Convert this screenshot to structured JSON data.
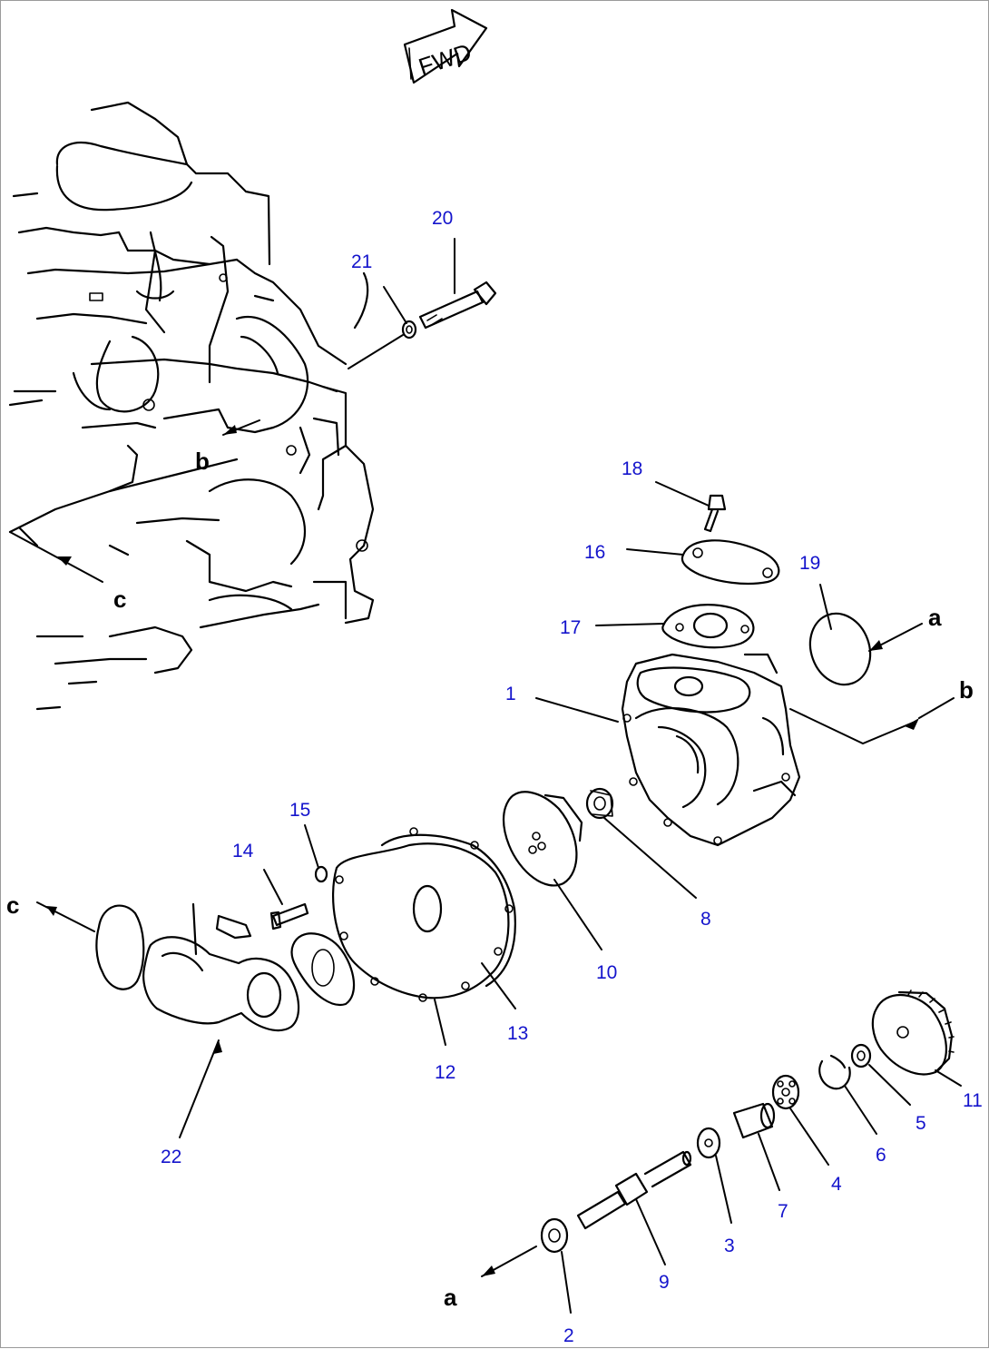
{
  "direction_marker": {
    "label": "FWD"
  },
  "callouts": [
    {
      "id": "p1",
      "label": "1"
    },
    {
      "id": "p2",
      "label": "2"
    },
    {
      "id": "p3",
      "label": "3"
    },
    {
      "id": "p4",
      "label": "4"
    },
    {
      "id": "p5",
      "label": "5"
    },
    {
      "id": "p6",
      "label": "6"
    },
    {
      "id": "p7",
      "label": "7"
    },
    {
      "id": "p8",
      "label": "8"
    },
    {
      "id": "p9",
      "label": "9"
    },
    {
      "id": "p10",
      "label": "10"
    },
    {
      "id": "p11",
      "label": "11"
    },
    {
      "id": "p12",
      "label": "12"
    },
    {
      "id": "p13",
      "label": "13"
    },
    {
      "id": "p14",
      "label": "14"
    },
    {
      "id": "p15",
      "label": "15"
    },
    {
      "id": "p16",
      "label": "16"
    },
    {
      "id": "p17",
      "label": "17"
    },
    {
      "id": "p18",
      "label": "18"
    },
    {
      "id": "p19",
      "label": "19"
    },
    {
      "id": "p20",
      "label": "20"
    },
    {
      "id": "p21",
      "label": "21"
    },
    {
      "id": "p22",
      "label": "22"
    }
  ],
  "connection_letters": {
    "a_top": "a",
    "a_bottom": "a",
    "b_engine": "b",
    "b_pump": "b",
    "c_engine": "c",
    "c_pipe": "c"
  },
  "colors": {
    "callout": "#1414cc",
    "line": "#000000"
  }
}
